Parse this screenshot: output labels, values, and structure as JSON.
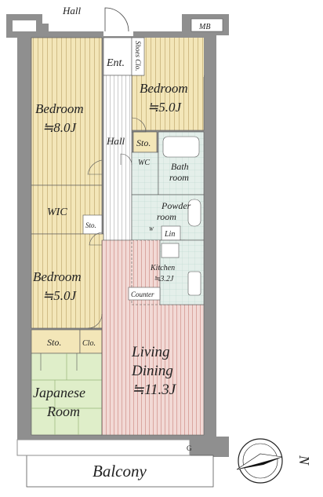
{
  "labels": {
    "hall_top": "Hall",
    "mb": "MB",
    "ent": "Ent.",
    "shoes": "Shoes Clo.",
    "bedroom_ne": "Bedroom",
    "bedroom_ne_size": "≒5.0J",
    "bedroom_nw": "Bedroom",
    "bedroom_nw_size": "≒8.0J",
    "hall_mid": "Hall",
    "sto_mid": "Sto.",
    "wc": "WC",
    "bath": "Bath",
    "bath2": "room",
    "wic": "WIC",
    "sto_wic": "Sto.",
    "powder": "Powder",
    "powder2": "room",
    "w": "W",
    "lin": "Lin",
    "kitchen": "Kitchen",
    "kitchen_size": "≒3.2J",
    "counter": "Counter",
    "bedroom_w": "Bedroom",
    "bedroom_w_size": "≒5.0J",
    "sto_sw": "Sto.",
    "clo": "Clo.",
    "living": "Living",
    "dining": "Dining",
    "living_size": "≒11.3J",
    "japanese": "Japanese",
    "japanese2": "Room",
    "g": "G",
    "balcony": "Balcony",
    "north": "N"
  },
  "colors": {
    "wall": "#8f8f8f",
    "bedroom_floor": "#f3e6b8",
    "bedroom_stripe": "#c8b27a",
    "living_floor": "#f2d9d5",
    "living_stripe": "#d49a92",
    "wet_floor": "#e4efea",
    "wet_line": "#9ac2b4",
    "tatami": "#dfeec9",
    "tatami_line": "#98b679",
    "hall_floor": "#ffffff",
    "hall_stripe": "#bdbdbd"
  }
}
